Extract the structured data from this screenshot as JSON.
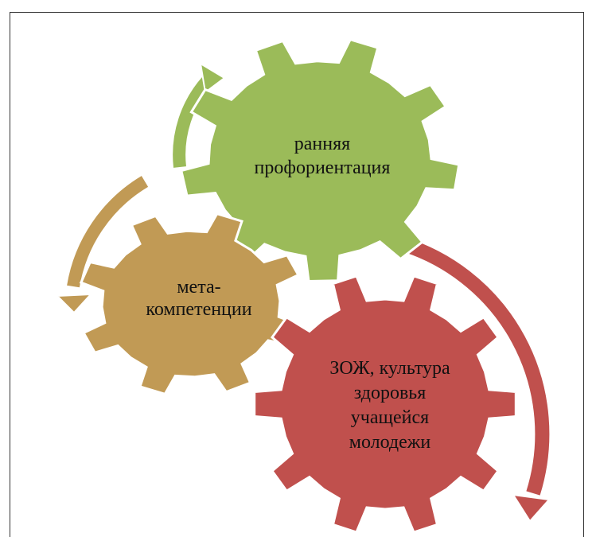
{
  "gears": [
    {
      "id": "green",
      "lines": [
        "ранняя",
        "профориентация"
      ],
      "color": "#9BBB59"
    },
    {
      "id": "tan",
      "lines": [
        "мета-",
        "компетенции"
      ],
      "color": "#C19A55"
    },
    {
      "id": "red",
      "lines": [
        "ЗОЖ, культура",
        "здоровья",
        "учащейся",
        "молодежи"
      ],
      "color": "#C0504D"
    }
  ]
}
